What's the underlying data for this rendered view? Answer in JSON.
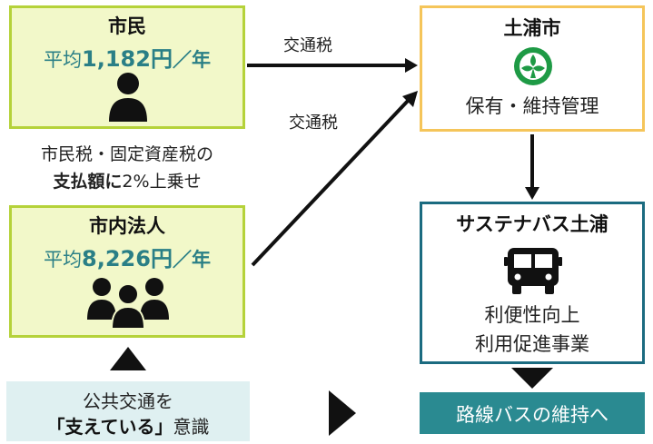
{
  "citizen": {
    "title": "市民",
    "avg_prefix": "平均",
    "avg_amount": "1,182円",
    "avg_suffix": "／年"
  },
  "corporation": {
    "title": "市内法人",
    "avg_prefix": "平均",
    "avg_amount": "8,226円",
    "avg_suffix": "／年"
  },
  "middle_note": {
    "line1": "市民税・固定資産税の",
    "line2_bold": "支払額に",
    "line2_rest": "2%上乗せ"
  },
  "awareness": {
    "line1": "公共交通を",
    "line2_bold": "「支えている」",
    "line2_rest": "意識"
  },
  "tax_labels": {
    "tax1": "交通税",
    "tax2": "交通税"
  },
  "city": {
    "title": "土浦市",
    "subtitle": "保有・維持管理"
  },
  "bus_company": {
    "title": "サステナバス土浦",
    "line1": "利便性向上",
    "line2": "利用促進事業"
  },
  "result": {
    "text": "路線バスの維持へ"
  },
  "colors": {
    "green_fill": "#f2f8c9",
    "green_border": "#b5d23a",
    "teal_text": "#2a7f86",
    "city_border": "#f5c55a",
    "emblem_green": "#1e9a45",
    "bus_border": "#1b6b80",
    "result_fill": "#2a8a91",
    "awareness_fill": "#dff0f1"
  }
}
